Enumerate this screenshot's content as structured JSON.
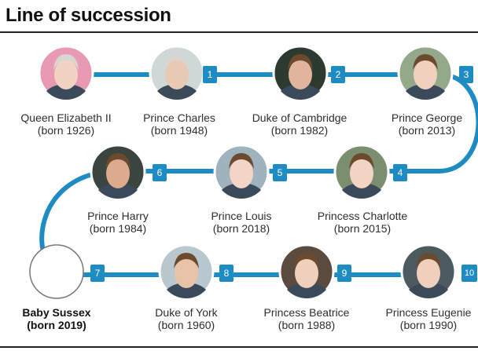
{
  "title": "Line of succession",
  "colors": {
    "accent": "#1e8bc3",
    "connector": "#1e8bc3",
    "text": "#2e2e2e"
  },
  "people": [
    {
      "name": "Queen Elizabeth II",
      "born": "(born 1926)",
      "rank": null
    },
    {
      "name": "Prince Charles",
      "born": "(born 1948)",
      "rank": "1"
    },
    {
      "name": "Duke of Cambridge",
      "born": "(born 1982)",
      "rank": "2"
    },
    {
      "name": "Prince George",
      "born": "(born 2013)",
      "rank": "3"
    },
    {
      "name": "Princess Charlotte",
      "born": "(born 2015)",
      "rank": "4"
    },
    {
      "name": "Prince Louis",
      "born": "(born 2018)",
      "rank": "5"
    },
    {
      "name": "Prince Harry",
      "born": "(born 1984)",
      "rank": "6"
    },
    {
      "name": "Baby Sussex",
      "born": "(born 2019)",
      "rank": "7"
    },
    {
      "name": "Duke of York",
      "born": "(born 1960)",
      "rank": "8"
    },
    {
      "name": "Princess Beatrice",
      "born": "(born 1988)",
      "rank": "9"
    },
    {
      "name": "Princess Eugenie",
      "born": "(born 1990)",
      "rank": "10"
    }
  ]
}
